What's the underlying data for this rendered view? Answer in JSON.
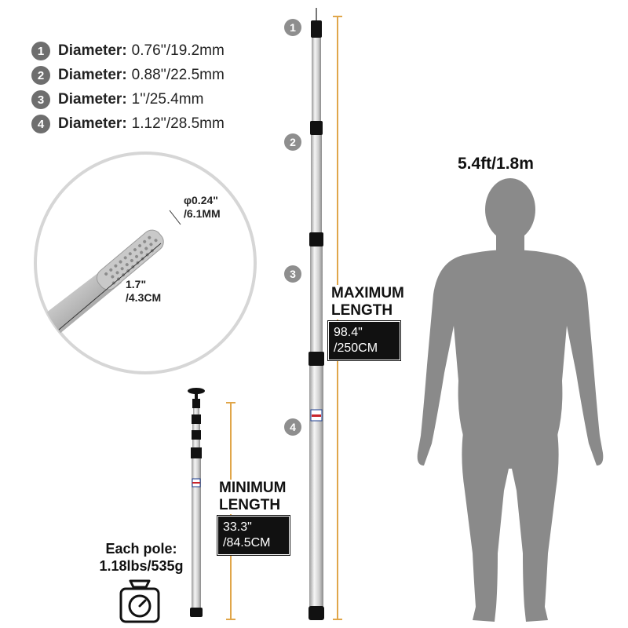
{
  "specs": [
    {
      "number": "1",
      "label": "Diameter:",
      "value": "0.76''/19.2mm"
    },
    {
      "number": "2",
      "label": "Diameter:",
      "value": "0.88''/22.5mm"
    },
    {
      "number": "3",
      "label": "Diameter:",
      "value": "1''/25.4mm"
    },
    {
      "number": "4",
      "label": "Diameter:",
      "value": "1.12''/28.5mm"
    }
  ],
  "tip_detail": {
    "diameter_line1": "φ0.24\"",
    "diameter_line2": "/6.1MM",
    "length_line1": "1.7\"",
    "length_line2": "/4.3CM"
  },
  "segments": [
    "1",
    "2",
    "3",
    "4"
  ],
  "maximum": {
    "title_line1": "MAXIMUM",
    "title_line2": "LENGTH",
    "value_line1": "98.4\"",
    "value_line2": "/250CM"
  },
  "minimum": {
    "title_line1": "MINIMUM",
    "title_line2": "LENGTH",
    "value_line1": "33.3\"",
    "value_line2": "/84.5CM"
  },
  "weight": {
    "line1": "Each pole:",
    "line2": "1.18lbs/535g"
  },
  "person_height": "5.4ft/1.8m",
  "colors": {
    "badge": "#6e6e6e",
    "segment_badge": "#8e8e8e",
    "dimension_line": "#e0a64a",
    "silhouette": "#8a8a8a",
    "label_box": "#111111"
  }
}
